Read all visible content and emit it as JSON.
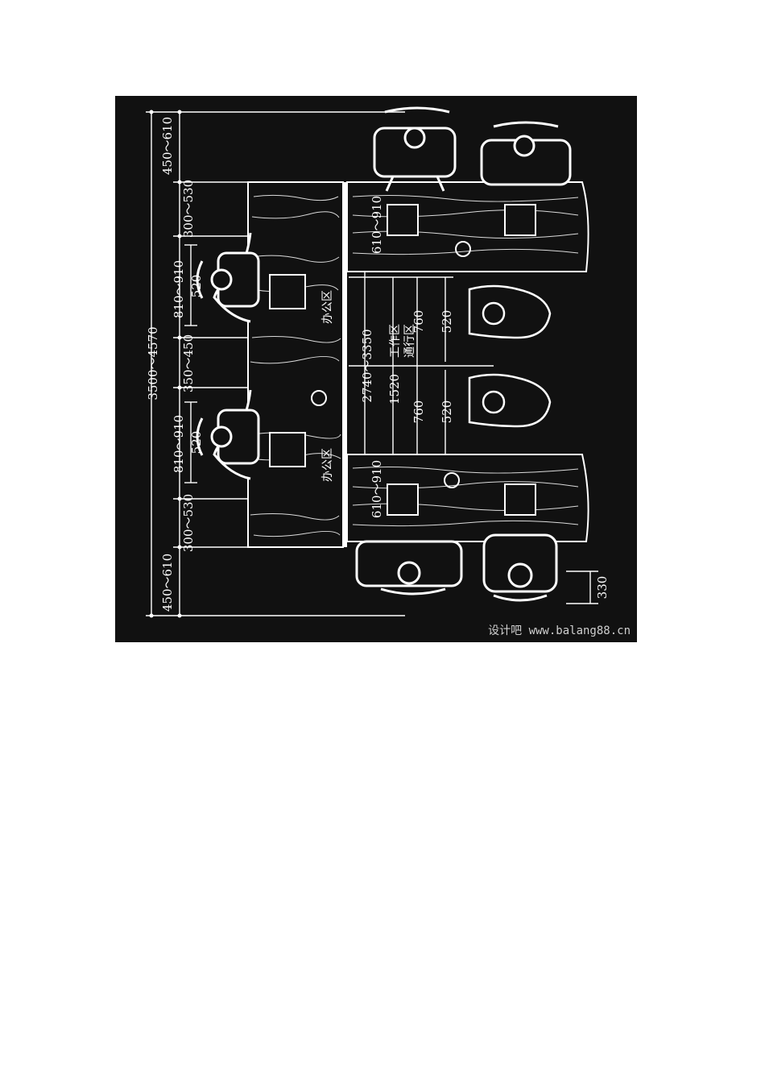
{
  "diagram": {
    "outer_dims": {
      "total": "3500～4570",
      "top_clear": "450～610",
      "bottom_clear": "450～610",
      "left_seg1": "300～530",
      "left_seg2": "810～910",
      "left_seg2_inner": "520",
      "left_seg3": "350～450",
      "left_seg4": "810～910",
      "left_seg4_inner": "520",
      "left_seg5": "300～530"
    },
    "inner_dims": {
      "work_total": "2740～3350",
      "desk_top": "610～910",
      "desk_bottom": "610～910",
      "aisle_total": "1520",
      "aisle_top": "760",
      "aisle_bottom": "760",
      "chair_top": "520",
      "chair_bottom": "520",
      "seat_depth": "330"
    },
    "zones": {
      "office_top": "办公区",
      "office_bottom": "办公区",
      "work_zone": "工作区",
      "passage_zone": "通行区"
    },
    "watermark": "设计吧 www.balang88.cn",
    "colors": {
      "background": "#111111",
      "lines": "#ffffff"
    }
  }
}
